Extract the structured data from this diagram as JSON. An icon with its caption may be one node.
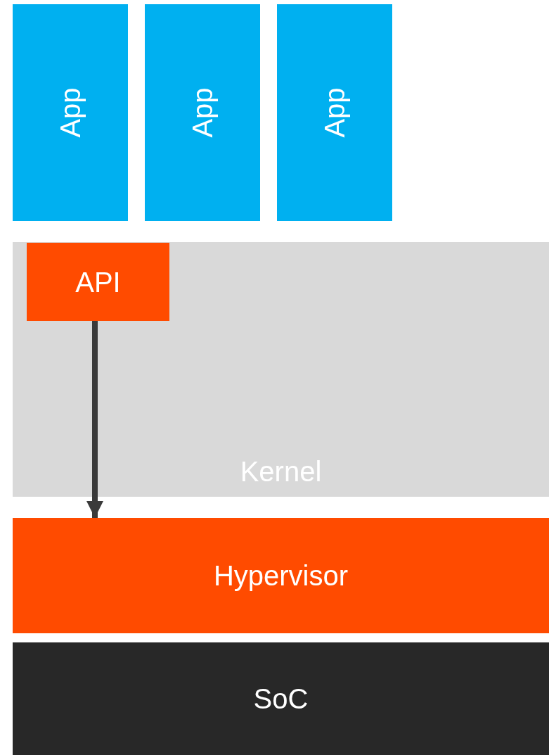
{
  "diagram": {
    "nodes": [
      {
        "text": [
          "App"
        ]
      },
      {
        "text": [
          "App"
        ]
      },
      {
        "text": [
          "App"
        ]
      },
      {
        "text": [
          "Kernel"
        ]
      },
      {
        "text": [
          "API"
        ],
        "in": 3
      },
      {
        "text": [
          "Hypervisor"
        ]
      },
      {
        "text": [
          "SoC"
        ]
      }
    ],
    "edges": [
      {
        "from": 4,
        "to": 5,
        "arrow": "to"
      }
    ]
  }
}
